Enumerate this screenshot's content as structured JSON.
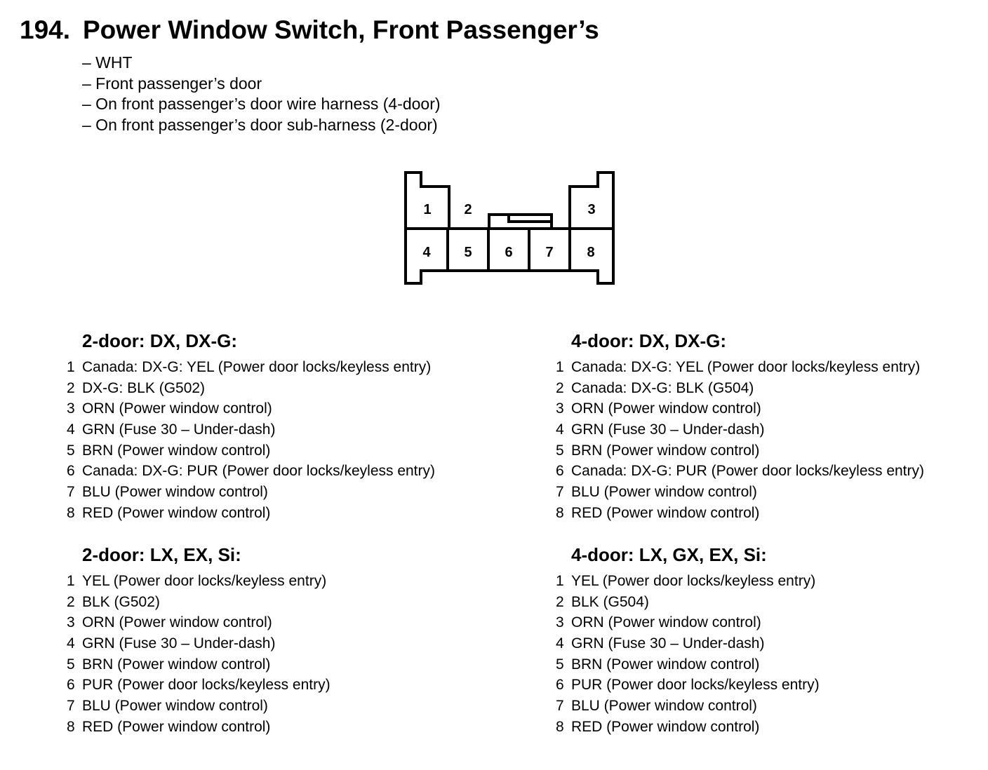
{
  "title": {
    "number": "194.",
    "text": "Power Window Switch, Front Passenger’s"
  },
  "subtitles": [
    "– WHT",
    "– Front passenger’s door",
    "– On front passenger’s door wire harness (4-door)",
    "– On front passenger’s door sub-harness (2-door)"
  ],
  "connector": {
    "pins_top": [
      "1",
      "2",
      "3"
    ],
    "pins_bottom": [
      "4",
      "5",
      "6",
      "7",
      "8"
    ]
  },
  "sections": [
    {
      "heading": "2-door: DX, DX-G:",
      "rows": [
        {
          "pin": "1",
          "text": "Canada: DX-G: YEL (Power door locks/keyless entry)"
        },
        {
          "pin": "2",
          "text": "DX-G: BLK (G502)"
        },
        {
          "pin": "3",
          "text": "ORN (Power window control)"
        },
        {
          "pin": "4",
          "text": "GRN (Fuse 30 – Under-dash)"
        },
        {
          "pin": "5",
          "text": "BRN (Power window control)"
        },
        {
          "pin": "6",
          "text": "Canada: DX-G: PUR (Power door locks/keyless entry)"
        },
        {
          "pin": "7",
          "text": "BLU (Power window control)"
        },
        {
          "pin": "8",
          "text": "RED (Power window control)"
        }
      ]
    },
    {
      "heading": "4-door: DX, DX-G:",
      "rows": [
        {
          "pin": "1",
          "text": "Canada: DX-G: YEL (Power door locks/keyless entry)"
        },
        {
          "pin": "2",
          "text": "Canada: DX-G: BLK (G504)"
        },
        {
          "pin": "3",
          "text": "ORN (Power window control)"
        },
        {
          "pin": "4",
          "text": "GRN (Fuse 30 – Under-dash)"
        },
        {
          "pin": "5",
          "text": "BRN (Power window control)"
        },
        {
          "pin": "6",
          "text": "Canada: DX-G: PUR (Power door locks/keyless entry)"
        },
        {
          "pin": "7",
          "text": "BLU (Power window control)"
        },
        {
          "pin": "8",
          "text": "RED (Power window control)"
        }
      ]
    },
    {
      "heading": "2-door: LX, EX, Si:",
      "rows": [
        {
          "pin": "1",
          "text": "YEL (Power door locks/keyless entry)"
        },
        {
          "pin": "2",
          "text": "BLK (G502)"
        },
        {
          "pin": "3",
          "text": "ORN (Power window control)"
        },
        {
          "pin": "4",
          "text": "GRN (Fuse 30 – Under-dash)"
        },
        {
          "pin": "5",
          "text": "BRN (Power window control)"
        },
        {
          "pin": "6",
          "text": "PUR (Power door locks/keyless entry)"
        },
        {
          "pin": "7",
          "text": "BLU (Power window control)"
        },
        {
          "pin": "8",
          "text": "RED (Power window control)"
        }
      ]
    },
    {
      "heading": "4-door: LX, GX, EX, Si:",
      "rows": [
        {
          "pin": "1",
          "text": "YEL (Power door locks/keyless entry)"
        },
        {
          "pin": "2",
          "text": "BLK (G504)"
        },
        {
          "pin": "3",
          "text": "ORN (Power window control)"
        },
        {
          "pin": "4",
          "text": "GRN (Fuse 30 – Under-dash)"
        },
        {
          "pin": "5",
          "text": "BRN (Power window control)"
        },
        {
          "pin": "6",
          "text": "PUR (Power door locks/keyless entry)"
        },
        {
          "pin": "7",
          "text": "BLU (Power window control)"
        },
        {
          "pin": "8",
          "text": "RED (Power window control)"
        }
      ]
    }
  ]
}
